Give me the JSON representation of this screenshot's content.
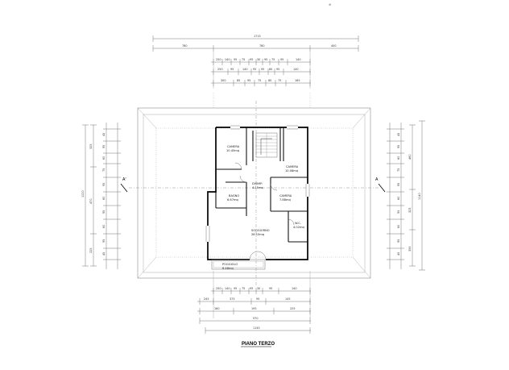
{
  "drawing": {
    "title": "PIANO TERZO",
    "section_marker_left": "A'",
    "section_marker_right": "A"
  },
  "rooms": [
    {
      "name": "CAMERA",
      "area": "10.45mq"
    },
    {
      "name": "CAMERA",
      "area": "10.08mq"
    },
    {
      "name": "BAGNO",
      "area": "6.67mq"
    },
    {
      "name": "CAMERA",
      "area": "7.88mq"
    },
    {
      "name": "SOGGIORNO",
      "area": "28.15mq"
    },
    {
      "name": "W.C.",
      "area": "4.02mq"
    },
    {
      "name": "DISIMP.",
      "area": "4.15mq"
    },
    {
      "name": "POGGIOLO",
      "area": "6.48mq"
    }
  ],
  "dimensions": {
    "top_overall": "1715",
    "top_parts": [
      "780",
      "780",
      "400"
    ],
    "top_row1": [
      "250",
      "140",
      "95",
      "75",
      "95",
      "30",
      "95",
      "75",
      "95",
      "140"
    ],
    "top_row2": [
      "250",
      "95",
      "140",
      "95",
      "95",
      "60",
      "95",
      "140"
    ],
    "top_row3": [
      "300",
      "85",
      "95",
      "75",
      "80",
      "75",
      "165"
    ],
    "bottom_row1": [
      "250",
      "140",
      "95",
      "75",
      "95",
      "30",
      "95",
      "140"
    ],
    "bottom_row2": [
      "245",
      "375",
      "95",
      "145"
    ],
    "bottom_row3": [
      "160",
      "195",
      "225"
    ],
    "bottom_overall": "970",
    "bottom_final": "1145",
    "left_overall": "1020",
    "left_parts": [
      "325",
      "470",
      "225"
    ],
    "left_detail": [
      "45",
      "95",
      "60",
      "75",
      "95",
      "60",
      "95",
      "60",
      "95",
      "45"
    ],
    "right_overall": "1140",
    "right_parts": [
      "460",
      "325",
      "355"
    ],
    "right_detail": [
      "45",
      "95",
      "60",
      "75",
      "95",
      "60",
      "95",
      "60",
      "95",
      "45"
    ]
  }
}
